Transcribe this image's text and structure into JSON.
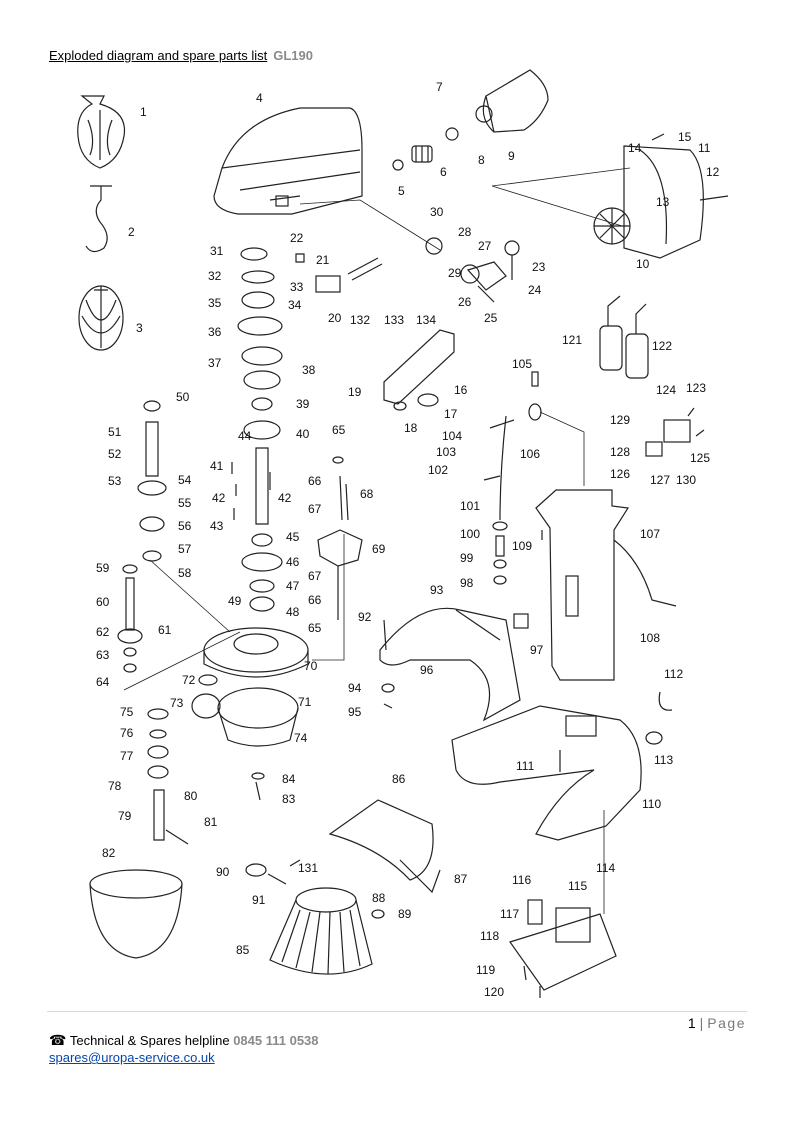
{
  "header": {
    "title": "Exploded diagram and spare parts list",
    "model": "GL190"
  },
  "part_numbers": [
    "1",
    "2",
    "3",
    "4",
    "5",
    "6",
    "7",
    "8",
    "9",
    "10",
    "11",
    "12",
    "13",
    "14",
    "15",
    "16",
    "17",
    "18",
    "19",
    "20",
    "21",
    "22",
    "23",
    "24",
    "25",
    "26",
    "27",
    "28",
    "29",
    "30",
    "31",
    "32",
    "33",
    "34",
    "35",
    "36",
    "37",
    "38",
    "39",
    "40",
    "41",
    "42",
    "43",
    "44",
    "45",
    "46",
    "47",
    "48",
    "49",
    "50",
    "51",
    "52",
    "53",
    "54",
    "55",
    "56",
    "57",
    "58",
    "59",
    "60",
    "61",
    "62",
    "63",
    "64",
    "65",
    "66",
    "67",
    "68",
    "69",
    "70",
    "71",
    "72",
    "73",
    "74",
    "75",
    "76",
    "77",
    "78",
    "79",
    "80",
    "81",
    "82",
    "83",
    "84",
    "85",
    "86",
    "87",
    "88",
    "89",
    "90",
    "91",
    "92",
    "93",
    "94",
    "95",
    "96",
    "97",
    "98",
    "99",
    "100",
    "101",
    "102",
    "103",
    "104",
    "105",
    "106",
    "107",
    "108",
    "109",
    "110",
    "111",
    "112",
    "113",
    "114",
    "115",
    "116",
    "117",
    "118",
    "119",
    "120",
    "121",
    "122",
    "123",
    "124",
    "125",
    "126",
    "127",
    "128",
    "129",
    "130",
    "131",
    "132",
    "133",
    "134"
  ],
  "extra_labels": [
    "42",
    "67",
    "66",
    "65"
  ],
  "footer": {
    "page_number": "1",
    "separator": "|",
    "page_word": "Page",
    "helpline_icon": "telephone-icon",
    "helpline_label": "Technical & Spares helpline",
    "helpline_phone": "0845 111 0538",
    "email": "spares@uropa-service.co.uk"
  }
}
